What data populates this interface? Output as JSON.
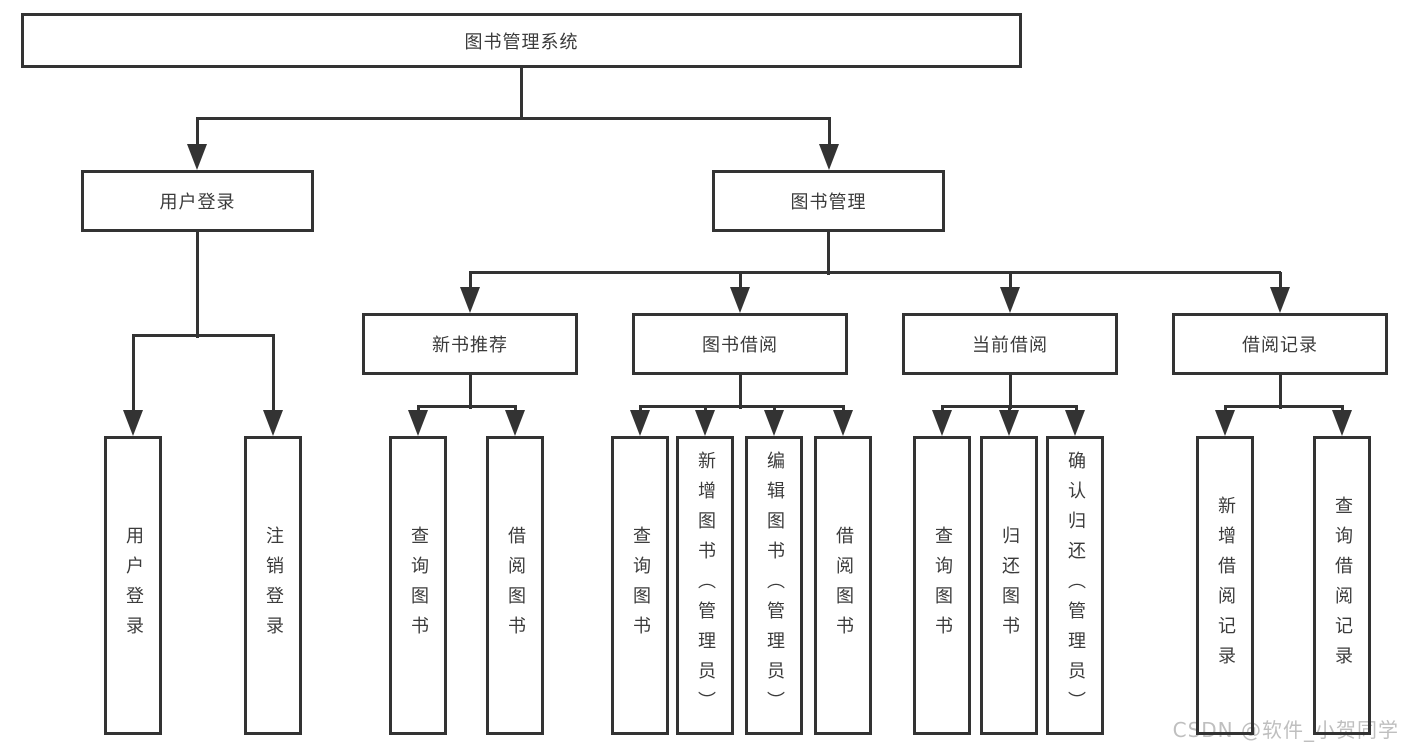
{
  "diagram": {
    "root": {
      "label": "图书管理系统"
    },
    "branches": [
      {
        "label": "用户登录",
        "children": [
          {
            "label": "用户登录"
          },
          {
            "label": "注销登录"
          }
        ]
      },
      {
        "label": "图书管理",
        "children": [
          {
            "label": "新书推荐",
            "children": [
              {
                "label": "查询图书"
              },
              {
                "label": "借阅图书"
              }
            ]
          },
          {
            "label": "图书借阅",
            "children": [
              {
                "label": "查询图书"
              },
              {
                "label": "新增图书（管理员）"
              },
              {
                "label": "编辑图书（管理员）"
              },
              {
                "label": "借阅图书"
              }
            ]
          },
          {
            "label": "当前借阅",
            "children": [
              {
                "label": "查询图书"
              },
              {
                "label": "归还图书"
              },
              {
                "label": "确认归还（管理员）"
              }
            ]
          },
          {
            "label": "借阅记录",
            "children": [
              {
                "label": "新增借阅记录"
              },
              {
                "label": "查询借阅记录"
              }
            ]
          }
        ]
      }
    ]
  },
  "watermark": {
    "text": "CSDN @软件_小贺同学"
  },
  "colors": {
    "line": "#333333",
    "text": "#3b3b3b",
    "background": "#ffffff",
    "watermark": "#bfbfbf"
  }
}
